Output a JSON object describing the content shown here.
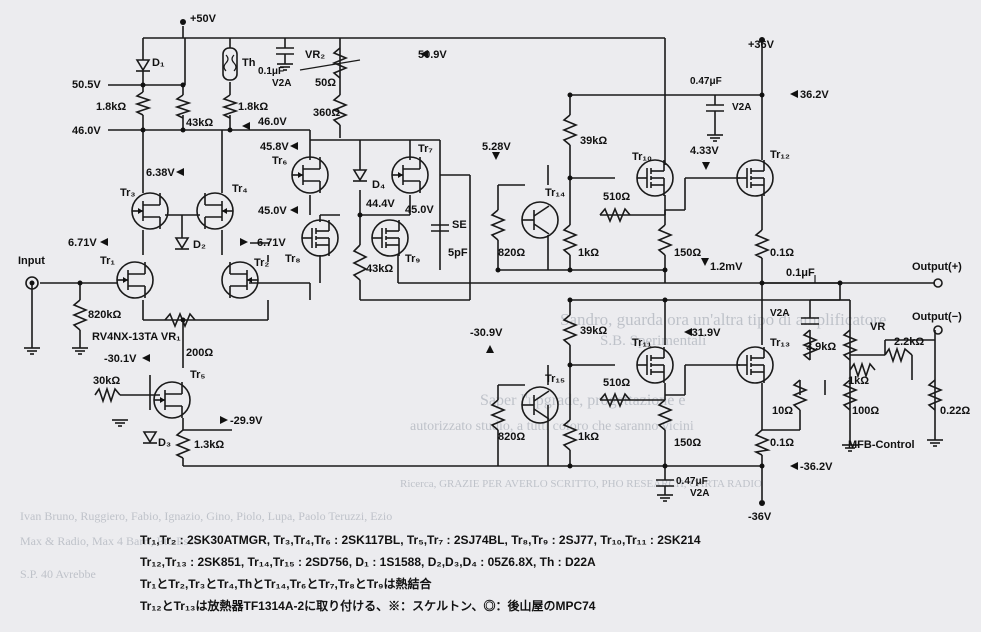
{
  "supply": {
    "pos50": "+50V",
    "pos36": "+36V",
    "neg36": "-36V"
  },
  "nodes": {
    "v50_5": "50.5V",
    "v46_0a": "46.0V",
    "v46_0b": "46.0V",
    "v50_9": "50.9V",
    "v45_8": "45.8V",
    "v6_38": "6.38V",
    "v45_0a": "45.0V",
    "v44_4": "44.4V",
    "v45_0b": "45.0V",
    "v6_71a": "6.71V",
    "v6_71b": "6.71V",
    "vneg30_1": "-30.1V",
    "vneg29_9": "-29.9V",
    "v5_28": "5.28V",
    "v4_33": "4.33V",
    "v36_2": "36.2V",
    "v1_2m": "1.2mV",
    "vneg30_9": "-30.9V",
    "vneg31_9": "-31.9V",
    "vneg36_2": "-36.2V"
  },
  "components": {
    "D1": "D₁",
    "Th": "Th",
    "VR2": "VR₂",
    "r50": "50Ω",
    "r360": "360Ω",
    "c01_v2a": "0.1μF",
    "v2a_a": "V2A",
    "r1_8k_a": "1.8kΩ",
    "r43k_a": "43kΩ",
    "r1_8k_b": "1.8kΩ",
    "Tr3": "Tr₃",
    "Tr4": "Tr₄",
    "Tr6": "Tr₆",
    "Tr7": "Tr₇",
    "Tr8": "Tr₈",
    "Tr9": "Tr₉",
    "D4": "D₄",
    "D2": "D₂",
    "Tr1": "Tr₁",
    "Tr2": "Tr₂",
    "r43k_b": "43kΩ",
    "c5p": "5pF",
    "se": "SE",
    "input": "Input",
    "r820k": "820kΩ",
    "vr1": "RV4NX-13TA VR₁",
    "r200": "200Ω",
    "r30k": "30kΩ",
    "Tr5": "Tr₅",
    "D3": "D₃",
    "r1_3k": "1.3kΩ",
    "r39k_a": "39kΩ",
    "Tr10": "Tr₁₀",
    "Tr12": "Tr₁₂",
    "c047_a": "0.47μF",
    "v2a_b": "V2A",
    "Tr14": "Tr₁₄",
    "r820_a": "820Ω",
    "r510_a": "510Ω",
    "r1k_a": "1kΩ",
    "r150_a": "150Ω",
    "r01_a": "0.1Ω",
    "c01_out": "0.1μF",
    "out_pos": "Output(+)",
    "out_neg": "Output(−)",
    "v2a_c": "V2A",
    "r3_9k": "3.9kΩ",
    "vr": "VR",
    "r2_2k": "2.2kΩ",
    "r1k_b": "1kΩ",
    "r100": "100Ω",
    "r0_22": "0.22Ω",
    "mfb": "MFB-Control",
    "r39k_b": "39kΩ",
    "Tr11": "Tr₁₁",
    "Tr13": "Tr₁₃",
    "Tr15": "Tr₁₅",
    "r820_b": "820Ω",
    "r510_b": "510Ω",
    "r1k_c": "1kΩ",
    "r150_b": "150Ω",
    "r10": "10Ω",
    "r01_b": "0.1Ω",
    "c047_b": "0.47μF",
    "v2a_d": "V2A"
  },
  "notes": [
    "Tr₁,Tr₂ : 2SK30ATMGR, Tr₃,Tr₄,Tr₆ : 2SK117BL, Tr₅,Tr₇ : 2SJ74BL, Tr₈,Tr₉ : 2SJ77, Tr₁₀,Tr₁₁ : 2SK214",
    "Tr₁₂,Tr₁₃ : 2SK851, Tr₁₄,Tr₁₅ : 2SD756, D₁ : 1S1588, D₂,D₃,D₄ : 05Z6.8X, Th : D22A",
    "Tr₁とTr₂,Tr₃とTr₄,ThとTr₁₄,Tr₆とTr₇,Tr₈とTr₉は熱結合",
    "Tr₁₂とTr₁₃は放熱器TF1314A-2に取り付ける、※：スケルトン、◎：後山屋のMPC74"
  ],
  "background_text": [
    "Sandro, guarda ora un'altra tipo di amplificatore",
    "S.B. Sperimentali",
    "Saper l'upgrade, progettazione e",
    "autorizzato studio, a tutti coloro che saranno vicini",
    "Ricerca, GRAZIE PER AVERLO SCRITTO, PHO RESEARCH, CARTA RADIO",
    "Ivan Bruno, Ruggiero, Fabio, Ignazio, Gino, Piolo, Lupa, Paolo Teruzzi, Ezio",
    "Max & Radio, Max 4 Barri, Eto Esco",
    "S.P. 40 Avrebbe"
  ],
  "colors": {
    "ink": "#1a1a1a",
    "paper": "#ececef"
  }
}
